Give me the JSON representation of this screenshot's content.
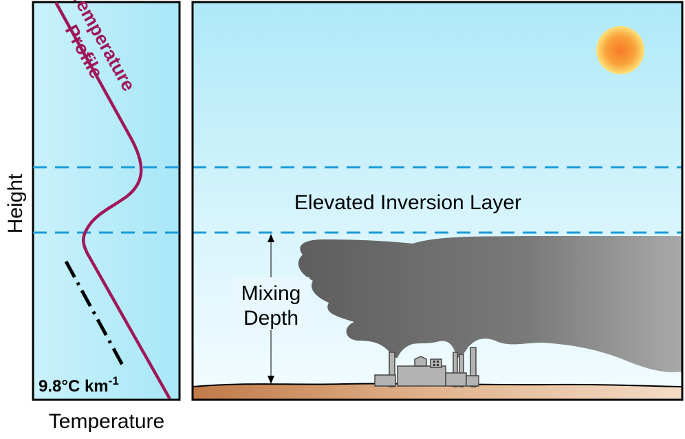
{
  "left_panel": {
    "y_axis_label": "Height",
    "x_axis_label": "Temperature",
    "profile_label_line1": "Temperature",
    "profile_label_line2": "Profile",
    "lapse_rate_label": "9.8°C km",
    "lapse_rate_exponent": "-1"
  },
  "right_panel": {
    "inversion_label": "Elevated Inversion Layer",
    "mixing_label_line1": "Mixing",
    "mixing_label_line2": "Depth"
  },
  "colors": {
    "sky_top": "#aee9f8",
    "sky_bottom": "#eefaff",
    "left_panel_fill": "#b3ebf8",
    "profile_line": "#a0175a",
    "dashed_line": "#1a9ad6",
    "ground": "#c8916a",
    "smoke": "#6e6e6e",
    "sun": "#f5a623"
  },
  "icons": {
    "sun": "sun-icon",
    "factory": "factory-icon"
  }
}
